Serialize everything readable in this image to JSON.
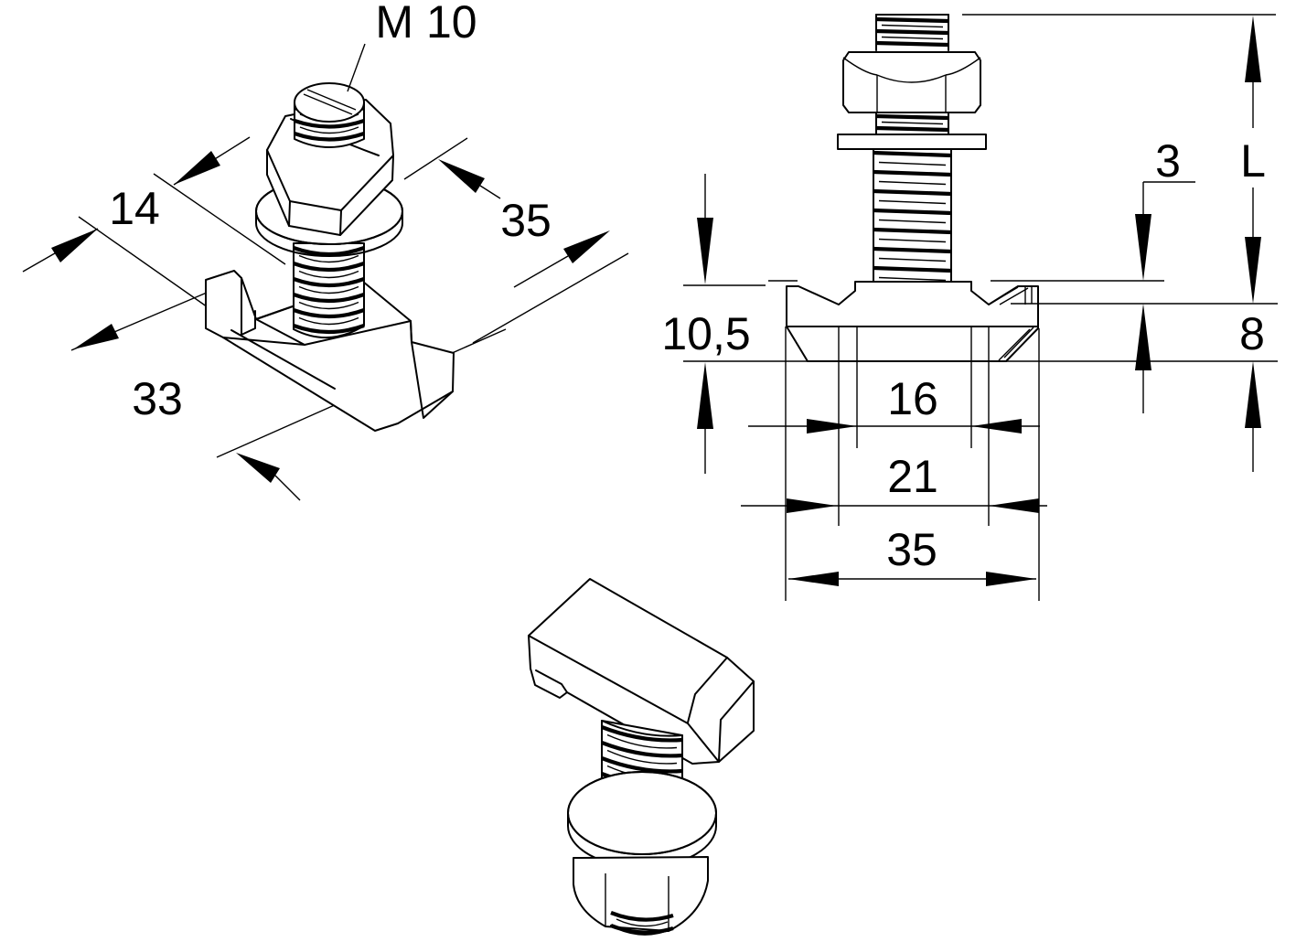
{
  "drawing": {
    "type": "technical-drawing",
    "background": "#ffffff",
    "line_color": "#000000",
    "views": {
      "iso_assembled": {
        "description": "isometric view of hammer-head bolt with hex nut and washer",
        "labels": {
          "thread_size": "M 10",
          "head_width": "14",
          "head_diagonal": "35",
          "head_length": "33"
        }
      },
      "elevation": {
        "description": "front elevation with dimensions",
        "labels": {
          "notch_depth": "3",
          "shaft_length": "L",
          "head_lower_height": "8",
          "head_total_height": "10,5",
          "inner_width": "16",
          "mid_width": "21",
          "outer_width": "35"
        }
      },
      "iso_hammerhead": {
        "description": "isometric view of hammer-head bolt turned upside down",
        "labels": {}
      }
    }
  }
}
